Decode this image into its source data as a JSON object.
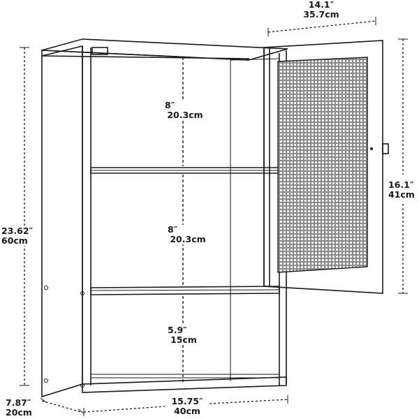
{
  "dimensions": {
    "top_width": {
      "in": "14.1″",
      "cm": "35.7cm"
    },
    "upper_shelf": {
      "in": "8″",
      "cm": "20.3cm"
    },
    "middle_shelf": {
      "in": "8″",
      "cm": "20.3cm"
    },
    "bottom_shelf": {
      "in": "5.9″",
      "cm": "15cm"
    },
    "total_height": {
      "in": "23.62″",
      "cm": "60cm"
    },
    "door_height": {
      "in": "16.1″",
      "cm": "41cm"
    },
    "depth": {
      "in": "7.87″",
      "cm": "20cm"
    },
    "width": {
      "in": "15.75″",
      "cm": "40cm"
    }
  },
  "colors": {
    "line": "#1a1a1a",
    "background": "#ffffff",
    "panel": "#f4f4f4",
    "mesh": "#2a2a2a"
  }
}
